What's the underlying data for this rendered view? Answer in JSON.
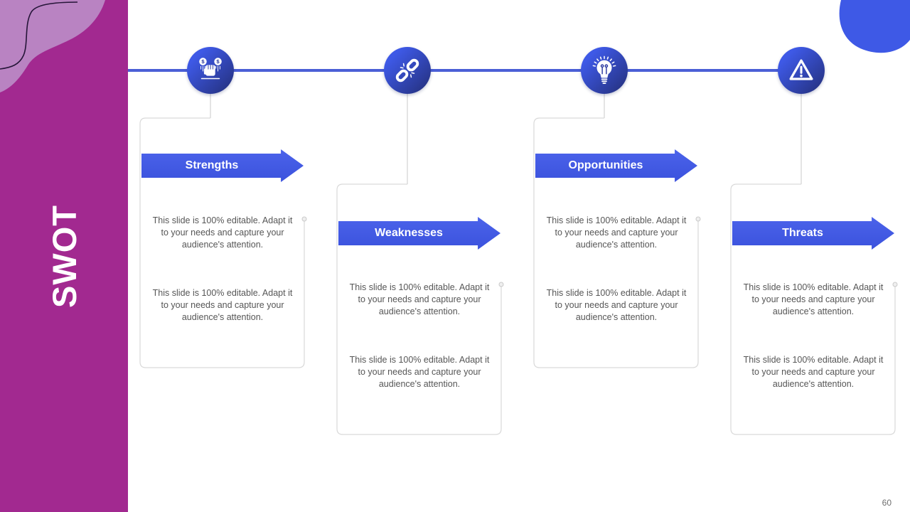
{
  "slide": {
    "title": "SWOT",
    "page_number": "60"
  },
  "colors": {
    "sidebar_magenta": "#A22990",
    "sidebar_blob_light": "#B983C2",
    "accent_blue": "#4059E6",
    "timeline_blue": "#4A5FD6",
    "icon_gradient_dark": "#25317F",
    "card_border_gray": "#D9D9D9",
    "body_text_gray": "#565656"
  },
  "columns": [
    {
      "id": "strengths",
      "label": "Strengths",
      "icon": "fist-money-icon",
      "paragraphs": [
        "This slide is 100% editable. Adapt it to your needs and capture your audience's attention.",
        "This slide is 100% editable. Adapt it to your needs and capture your audience's attention."
      ]
    },
    {
      "id": "weaknesses",
      "label": "Weaknesses",
      "icon": "broken-chain-icon",
      "paragraphs": [
        "This slide is 100% editable. Adapt it to your needs and capture your audience's attention.",
        "This slide is 100% editable. Adapt it to your needs and capture your audience's attention."
      ]
    },
    {
      "id": "opportunities",
      "label": "Opportunities",
      "icon": "lightbulb-icon",
      "paragraphs": [
        "This slide is 100% editable. Adapt it to your needs and capture your audience's attention.",
        "This slide is 100% editable. Adapt it to your needs and capture your audience's attention."
      ]
    },
    {
      "id": "threats",
      "label": "Threats",
      "icon": "warning-triangle-icon",
      "paragraphs": [
        "This slide is 100% editable. Adapt it to your needs and capture your audience's attention.",
        "This slide is 100% editable. Adapt it to your needs and capture your audience's attention."
      ]
    }
  ]
}
